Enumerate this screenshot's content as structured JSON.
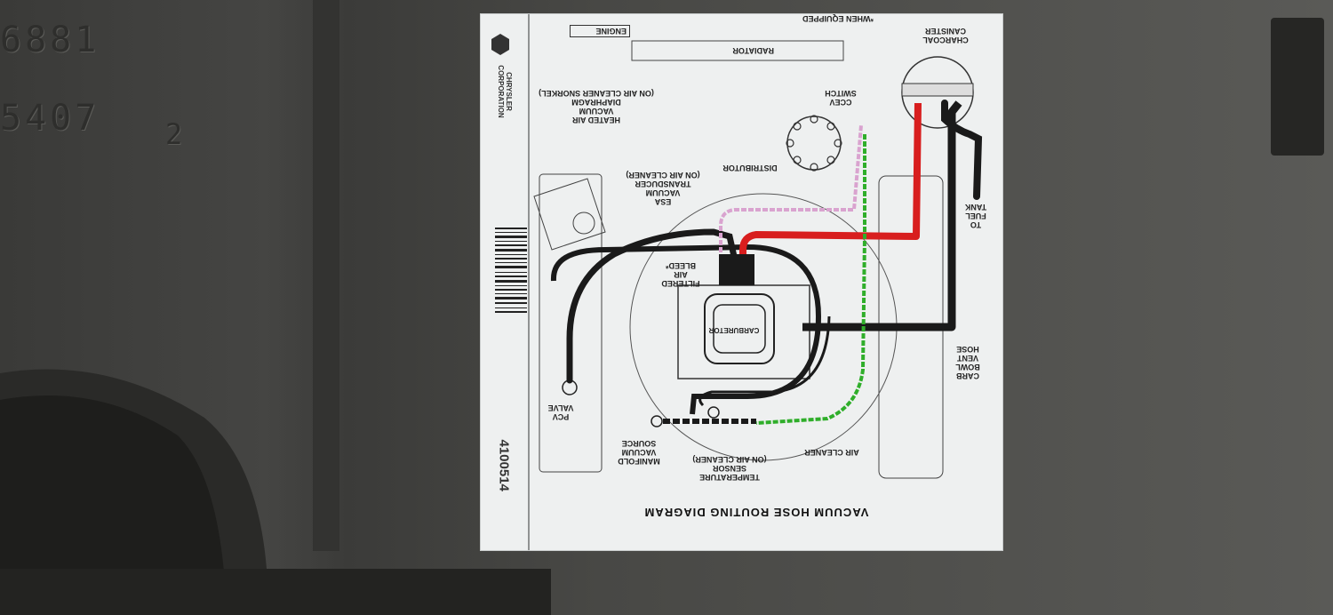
{
  "background_text": {
    "emboss_1": "6881",
    "emboss_2": "5407",
    "emboss_3": "2"
  },
  "sticker": {
    "title": "VACUUM HOSE ROUTING DIAGRAM",
    "manufacturer": "CHRYSLER\nCORPORATION",
    "engine_label": "ENGINE",
    "when_equipped": "*WHEN EQUIPPED",
    "radiator": "RADIATOR",
    "part_code": "4100514",
    "labels": {
      "charcoal_canister": "CHARCOAL\nCANISTER",
      "to_fuel_tank": "TO\nFUEL\nTANK",
      "carb_bowl_vent_hose": "CARB\nBOWL\nVENT\nHOSE",
      "air_cleaner": "AIR CLEANER",
      "temperature_sensor": "TEMPERATURE\nSENSOR\n(ON AIR CLEANER)",
      "manifold_vacuum_source": "MANIFOLD\nVACUUM\nSOURCE",
      "pcv_valve": "PCV\nVALVE",
      "carburetor": "CARBURETOR",
      "filtered_air_bleed": "FILTERED\nAIR\nBLEED*",
      "esa_vacuum_transducer": "ESA\nVACUUM\nTRANSDUCER\n(ON AIR CLEANER)",
      "distributor": "DISTRIBUTOR",
      "ccev_switch": "CCEV\nSWITCH",
      "heated_air_diaphragm": "HEATED AIR\nVACUUM\nDIAPHRAGM\n(ON AIR CLEANER SNORKEL)"
    },
    "hose_colors": {
      "red": "#d81e1e",
      "green": "#2fae2a",
      "pink": "#d9a3cf",
      "black": "#1a1a1a"
    }
  }
}
